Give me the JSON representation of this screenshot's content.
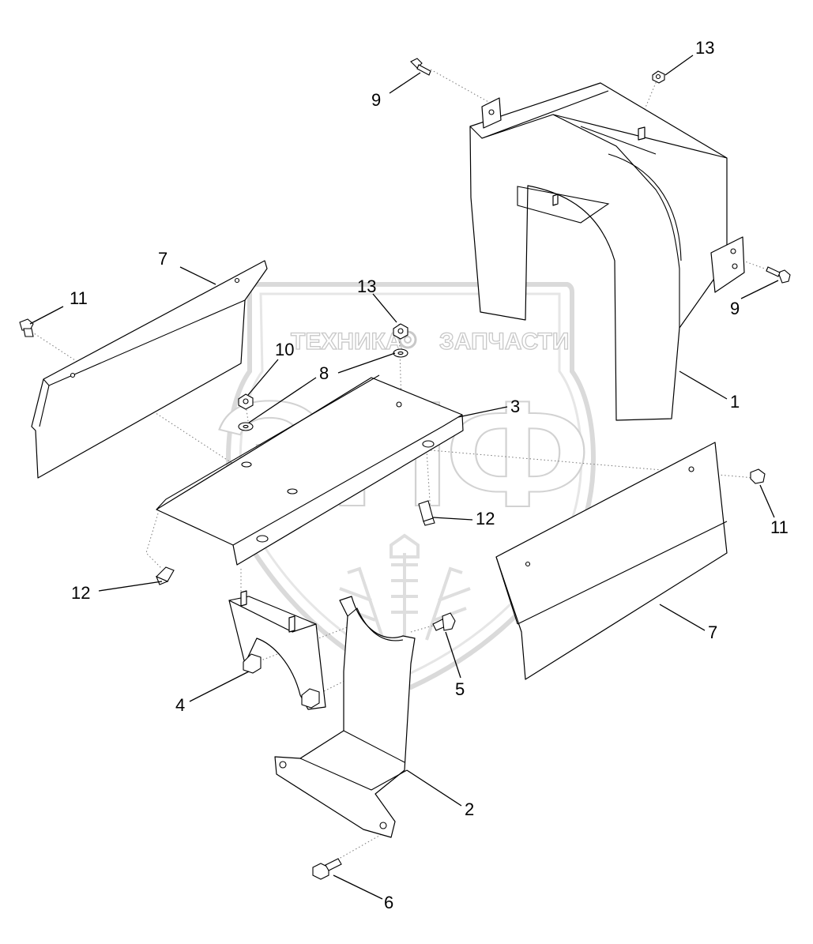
{
  "watermark": {
    "line1_left": "ТЕХНИКА",
    "line1_right": "ЗАПЧАСТИ",
    "monogram": "ЭПФ"
  },
  "callouts": [
    {
      "label": "13",
      "target": "nut-top-right"
    },
    {
      "label": "9",
      "target": "bolt-top-left"
    },
    {
      "label": "7",
      "target": "left-side-panel"
    },
    {
      "label": "11",
      "target": "left-panel-bolt"
    },
    {
      "label": "13",
      "target": "center-nut"
    },
    {
      "label": "10",
      "target": "left-nut"
    },
    {
      "label": "8",
      "target": "washers"
    },
    {
      "label": "9",
      "target": "bolt-right"
    },
    {
      "label": "1",
      "target": "main-guard"
    },
    {
      "label": "3",
      "target": "top-plate"
    },
    {
      "label": "11",
      "target": "right-panel-bolt"
    },
    {
      "label": "12",
      "target": "center-clip"
    },
    {
      "label": "12",
      "target": "left-clip"
    },
    {
      "label": "5",
      "target": "stud-bolt"
    },
    {
      "label": "7",
      "target": "right-side-panel"
    },
    {
      "label": "4",
      "target": "small-bracket"
    },
    {
      "label": "2",
      "target": "main-bracket"
    },
    {
      "label": "6",
      "target": "bottom-bolt"
    }
  ]
}
